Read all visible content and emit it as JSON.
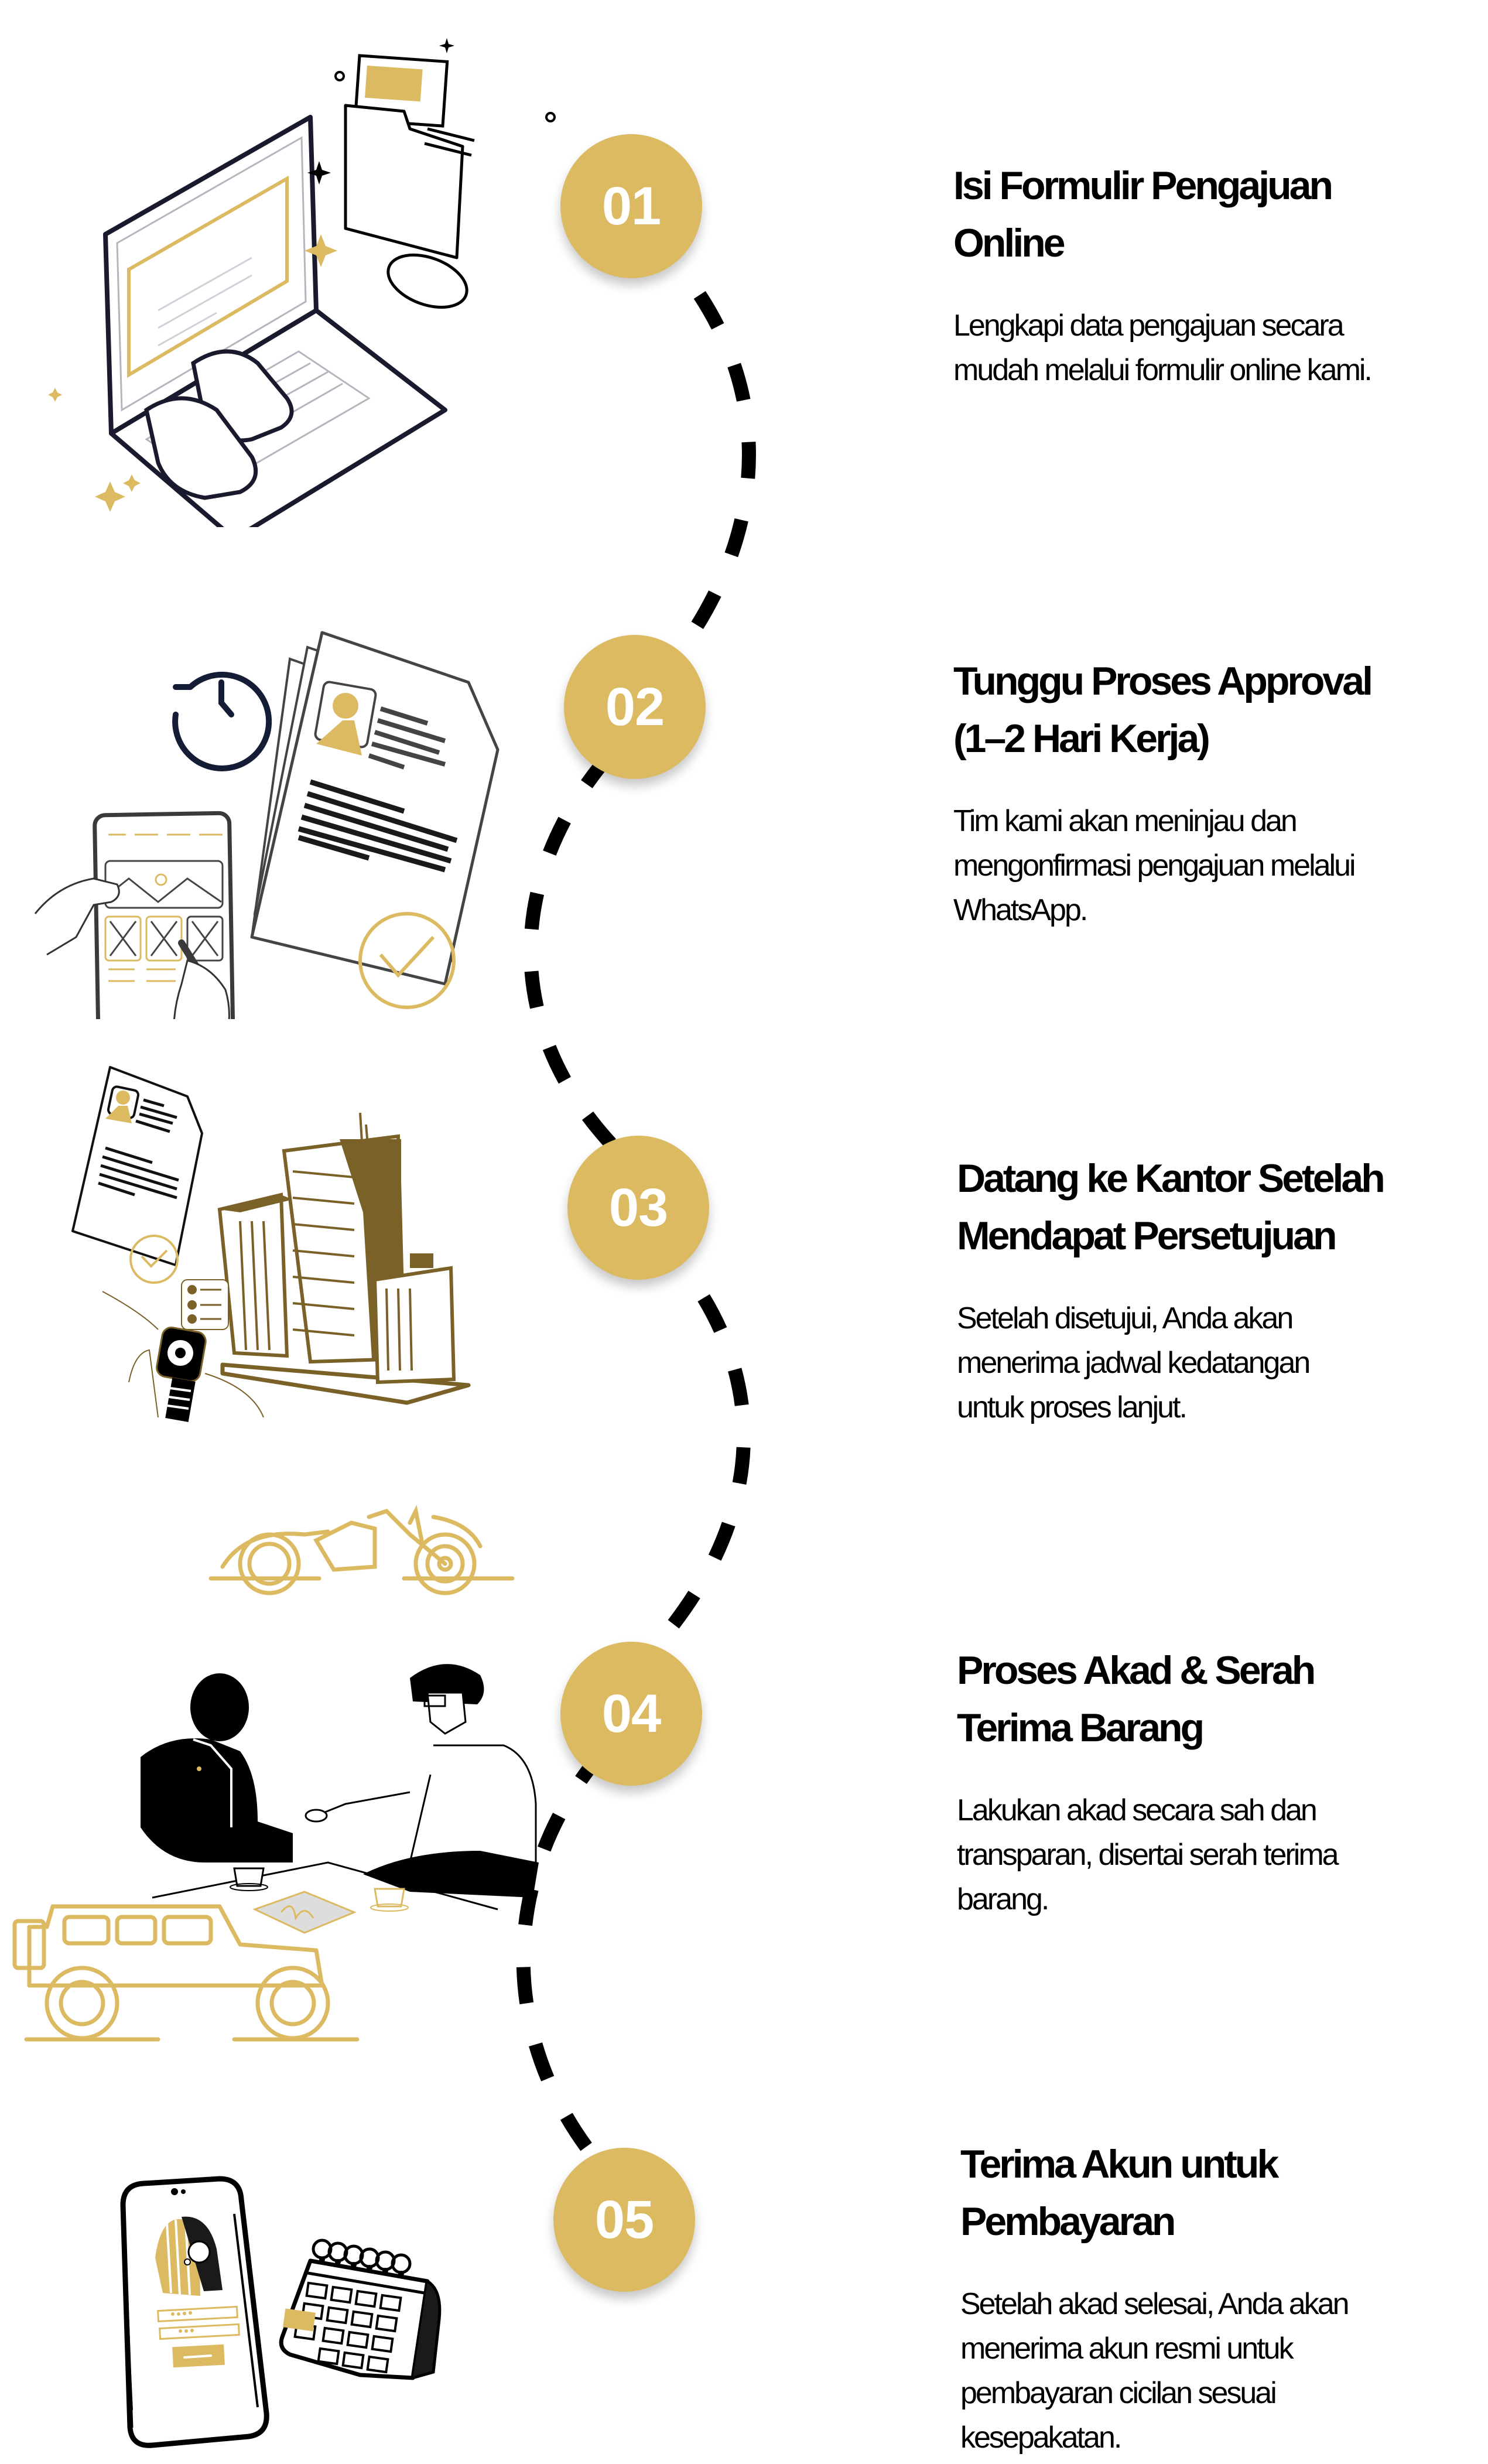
{
  "colors": {
    "accent_gold": "#DCBA62",
    "dark_gold": "#7A6128",
    "text": "#000000",
    "background": "#FFFFFF",
    "path_dash": "#000000"
  },
  "steps": [
    {
      "number": "01",
      "title_line1": "Isi Formulir Pengajuan",
      "title_line2": "Online",
      "description_lines": [
        "Lengkapi data pengajuan secara",
        "mudah melalui formulir online kami."
      ],
      "illustration": "laptop-typing-with-folder-icon"
    },
    {
      "number": "02",
      "title_line1": "Tunggu Proses Approval",
      "title_line2": "(1–2 Hari Kerja)",
      "description_lines": [
        "Tim kami akan meninjau dan",
        "mengonfirmasi pengajuan melalui",
        "WhatsApp."
      ],
      "illustration": "clock-documents-tablet-icon"
    },
    {
      "number": "03",
      "title_line1": "Datang ke Kantor Setelah",
      "title_line2": "Mendapat Persetujuan",
      "description_lines": [
        "Setelah disetujui, Anda akan",
        "menerima jadwal kedatangan",
        "untuk proses lanjut."
      ],
      "illustration": "office-buildings-smartwatch-icon"
    },
    {
      "number": "04",
      "title_line1": "Proses Akad & Serah",
      "title_line2": "Terima Barang",
      "description_lines": [
        "Lakukan akad secara sah dan",
        "transparan, disertai serah terima",
        "barang."
      ],
      "illustration": "handshake-motorcycle-car-icon"
    },
    {
      "number": "05",
      "title_line1": "Terima Akun untuk",
      "title_line2": "Pembayaran",
      "description_lines": [
        "Setelah akad selesai, Anda akan",
        "menerima akun resmi untuk",
        "pembayaran cicilan sesuai",
        "kesepakatan."
      ],
      "illustration": "phone-login-calendar-icon"
    }
  ]
}
